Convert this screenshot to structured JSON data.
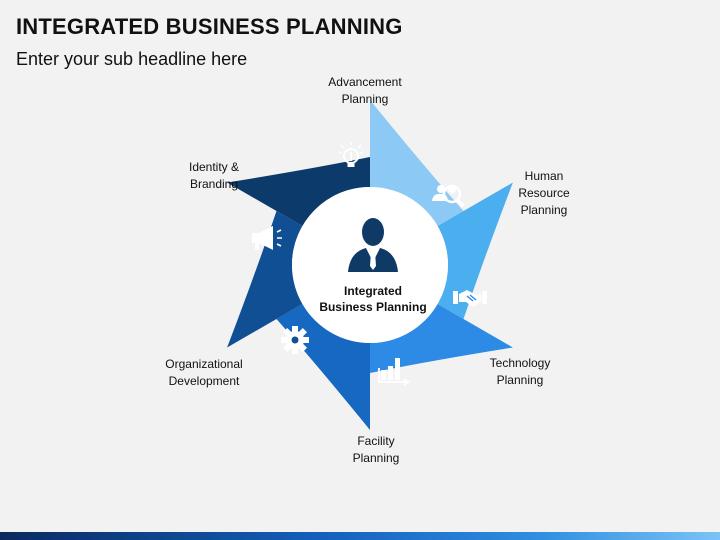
{
  "header": {
    "title": "INTEGRATED BUSINESS PLANNING",
    "subtitle": "Enter your sub headline here"
  },
  "center": {
    "label": "Integrated\nBusiness Planning",
    "icon": "businessman-icon"
  },
  "segments": [
    {
      "key": "advancement",
      "label": "Advancement\nPlanning",
      "icon": "lightbulb-icon",
      "color": "#8ccaf5"
    },
    {
      "key": "human-resource",
      "label": "Human\nResource\nPlanning",
      "icon": "people-search-icon",
      "color": "#4aaeef"
    },
    {
      "key": "technology",
      "label": "Technology\nPlanning",
      "icon": "handshake-icon",
      "color": "#2d8be6"
    },
    {
      "key": "facility",
      "label": "Facility\nPlanning",
      "icon": "bar-chart-icon",
      "color": "#1668c0"
    },
    {
      "key": "organizational",
      "label": "Organizational\nDevelopment",
      "icon": "gear-icon",
      "color": "#114f94"
    },
    {
      "key": "identity",
      "label": "Identity &\nBranding",
      "icon": "megaphone-icon",
      "color": "#0c3a6b"
    }
  ]
}
